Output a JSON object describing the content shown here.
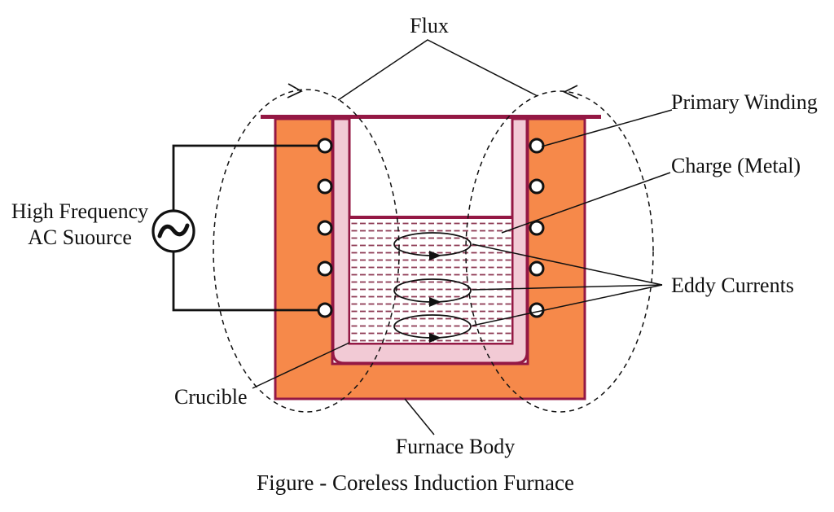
{
  "diagram": {
    "caption": "Figure - Coreless Induction Furnace",
    "labels": {
      "flux": "Flux",
      "primary_winding": "Primary Winding",
      "charge_metal": "Charge (Metal)",
      "eddy_currents": "Eddy Currents",
      "crucible": "Crucible",
      "furnace_body": "Furnace Body",
      "ac_source_line1": "High Frequency",
      "ac_source_line2": "AC Suource"
    },
    "components": {
      "winding_turns_per_side": 5,
      "eddy_current_loops": 3,
      "flux_loops": 2,
      "ac_symbol_icon": "sine-tilde"
    },
    "colors": {
      "furnace_body_fill": "#F6894A",
      "crucible_fill": "#F2CAD5",
      "outline_maroon": "#941844",
      "charge_hatch": "#8E3B55",
      "charge_fill": "#FFFFFF",
      "line_black": "#111111"
    }
  }
}
